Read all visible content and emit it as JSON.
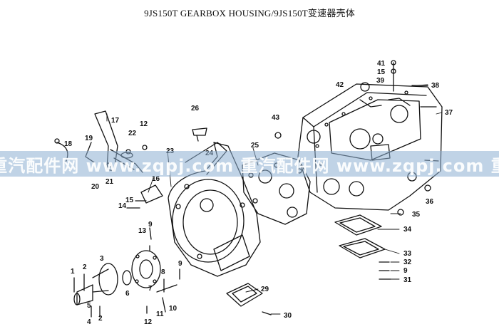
{
  "title": "9JS150T GEARBOX HOUSING/9JS150T变速器壳体",
  "watermark": "重汽配件网 www.zqpj.com 重汽配件网 www.zqpj.com 重",
  "colors": {
    "line": "#111111",
    "watermark_band": "#8cafd2"
  },
  "callouts": [
    "1",
    "2",
    "3",
    "4",
    "2",
    "5",
    "6",
    "7",
    "8",
    "9",
    "10",
    "11",
    "12",
    "13",
    "9",
    "14",
    "15",
    "16",
    "17",
    "18",
    "19",
    "20",
    "21",
    "22",
    "12",
    "23",
    "24",
    "25",
    "26",
    "29",
    "30",
    "31",
    "9",
    "32",
    "33",
    "34",
    "35",
    "36",
    "37",
    "38",
    "39",
    "15",
    "41",
    "42",
    "43"
  ]
}
